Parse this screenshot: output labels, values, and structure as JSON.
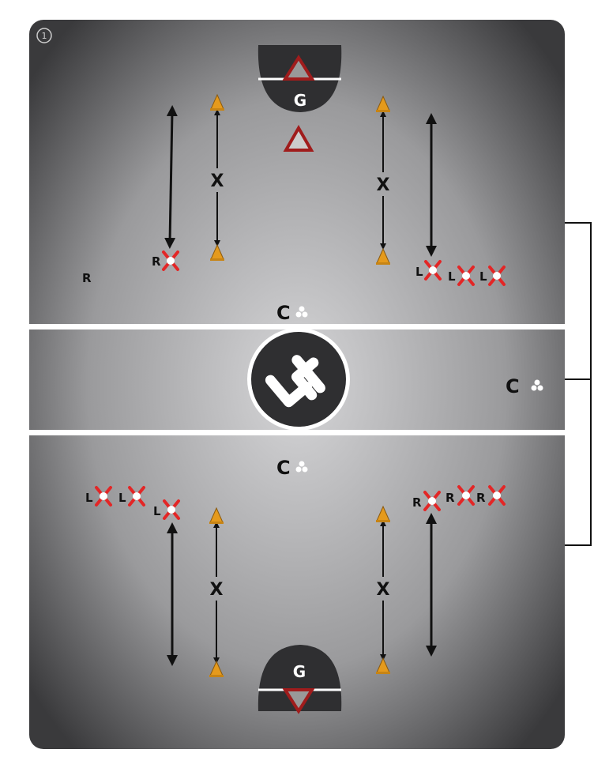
{
  "diagram": {
    "step_number": "1",
    "goalie_label": "G",
    "coach_label": "C",
    "drill_marker": "X",
    "right_label": "R",
    "left_label": "L",
    "logo_text": "LF",
    "colors": {
      "field_light": "#d4d4d6",
      "field_dark": "#3a3a3c",
      "crease": "#2f2f31",
      "cone": "#e59a1c",
      "goal_red": "#a01c1c",
      "player_cross": "#e32626",
      "line_white": "#ffffff"
    }
  }
}
